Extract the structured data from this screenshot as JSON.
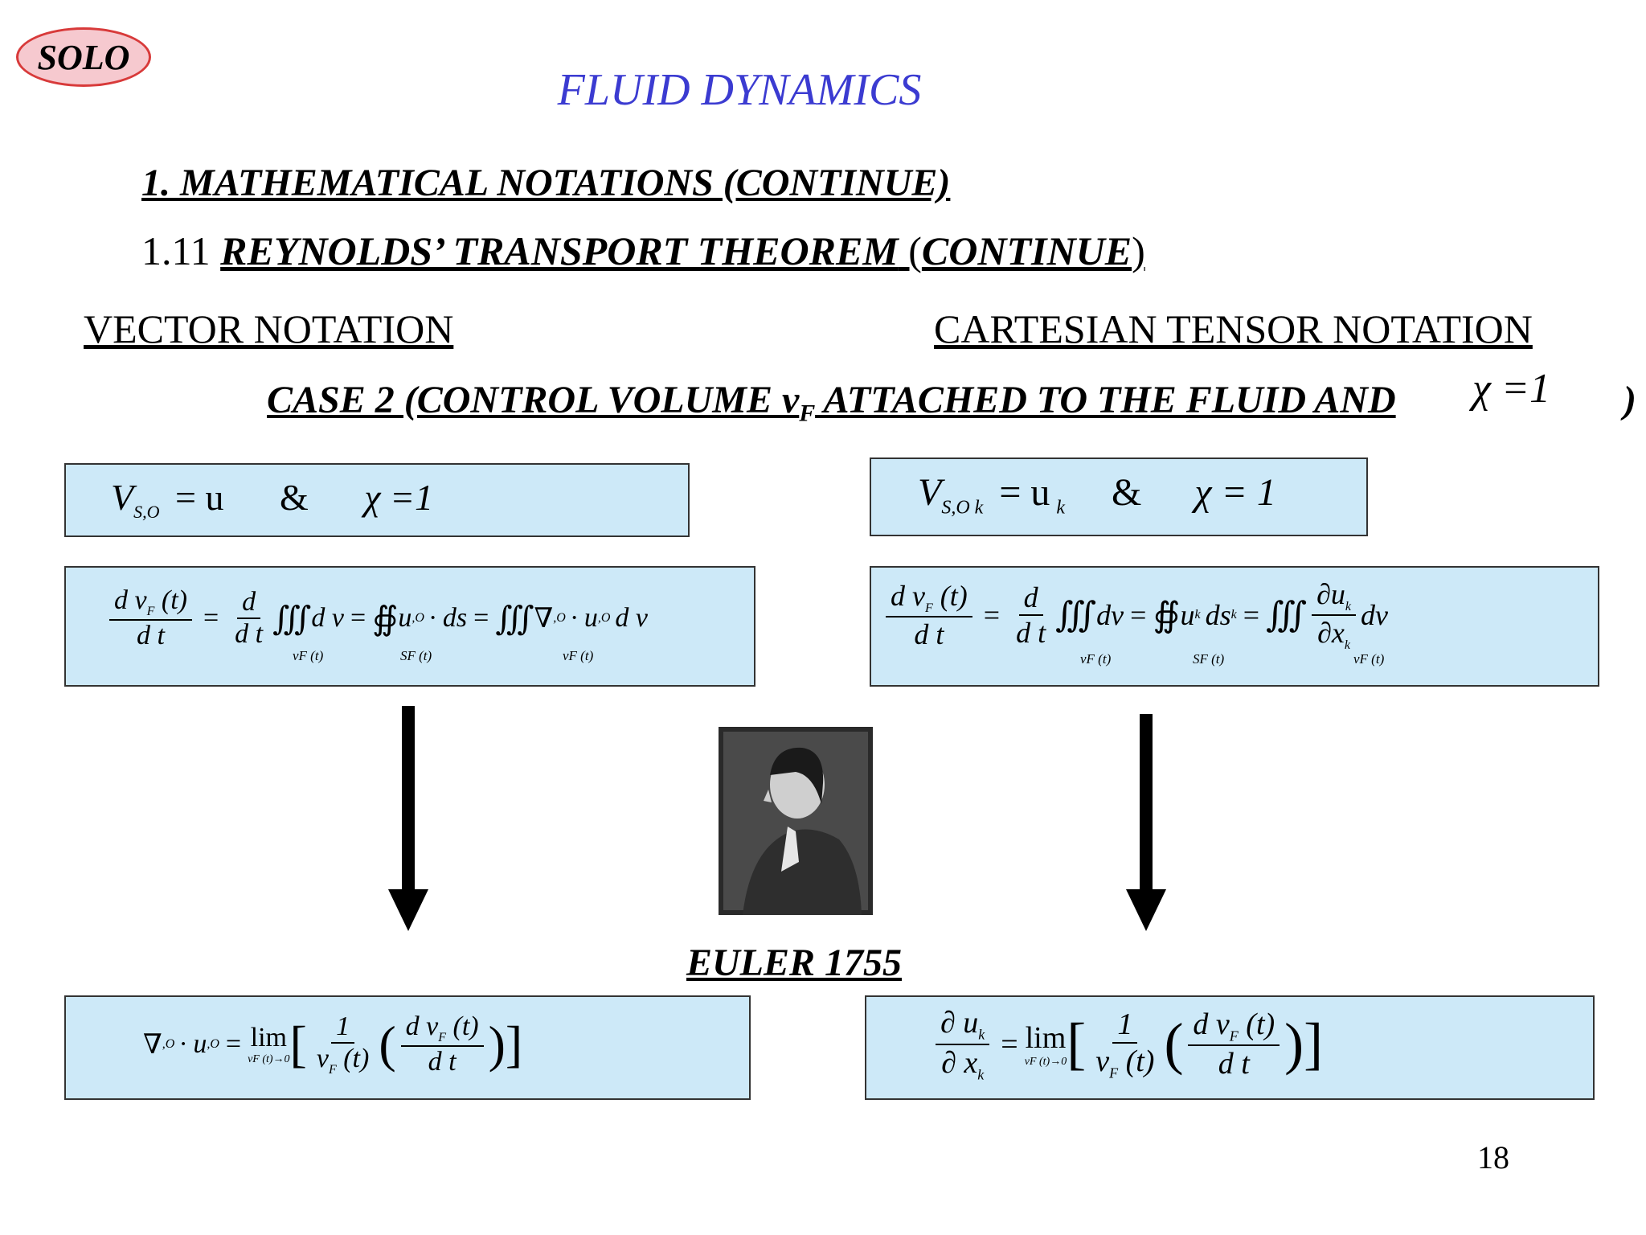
{
  "logo": {
    "text": "SOLO"
  },
  "title": "FLUID DYNAMICS",
  "heading": "1. MATHEMATICAL NOTATIONS (CONTINUE)",
  "subheading": {
    "number": "1.11 ",
    "title": "REYNOLDS’ TRANSPORT THEOREM",
    "open": " (",
    "cont": "CONTINUE",
    "close": ")"
  },
  "vector_label": "VECTOR NOTATION",
  "cartesian_label": "CARTESIAN TENSOR NOTATION",
  "case": {
    "text": "CASE 2 (CONTROL VOLUME v",
    "sub": "F",
    "text2": " ATTACHED TO THE FLUID AND",
    "chi": "χ =1",
    "close": ")"
  },
  "equations": {
    "vec_def_lhs": "V",
    "vec_def_sub": "S,O",
    "vec_def_rhs": "= u",
    "amp": "&",
    "chi_eq": "χ =1",
    "cart_def_lhs": "V",
    "cart_def_sub": "S,O k",
    "cart_def_rhs": "= u",
    "cart_def_k": "k",
    "cart_chi_eq": "χ = 1",
    "dvF_num": "d v",
    "dvF_sub": "F",
    "dvF_t": " (t)",
    "dt": "d t",
    "d": "d",
    "vec_int1": "d v",
    "vec_int2": "u",
    "vec_int2_sub": ",O",
    "vec_int2_ds": "· ds",
    "vec_int3": "∇",
    "vec_int3_sub": ",O",
    "vec_int3_rest": "· u",
    "vec_int3_dv": "d v",
    "region_v": "vF (t)",
    "region_s": "SF (t)",
    "cart_int1": "dv",
    "cart_int2": "u",
    "cart_int2_ds": "ds",
    "cart_partial_num": "∂u",
    "cart_partial_den": "∂x",
    "cart_int3_dv": "dv",
    "k": "k",
    "lim": "lim",
    "lim_sub": "vF (t)→0",
    "one": "1",
    "vF_t": "v",
    "nabla_lhs": "∇",
    "partial_uk": "∂ u",
    "partial_xk": "∂ x"
  },
  "euler_caption": "EULER 1755",
  "page_number": "18"
}
